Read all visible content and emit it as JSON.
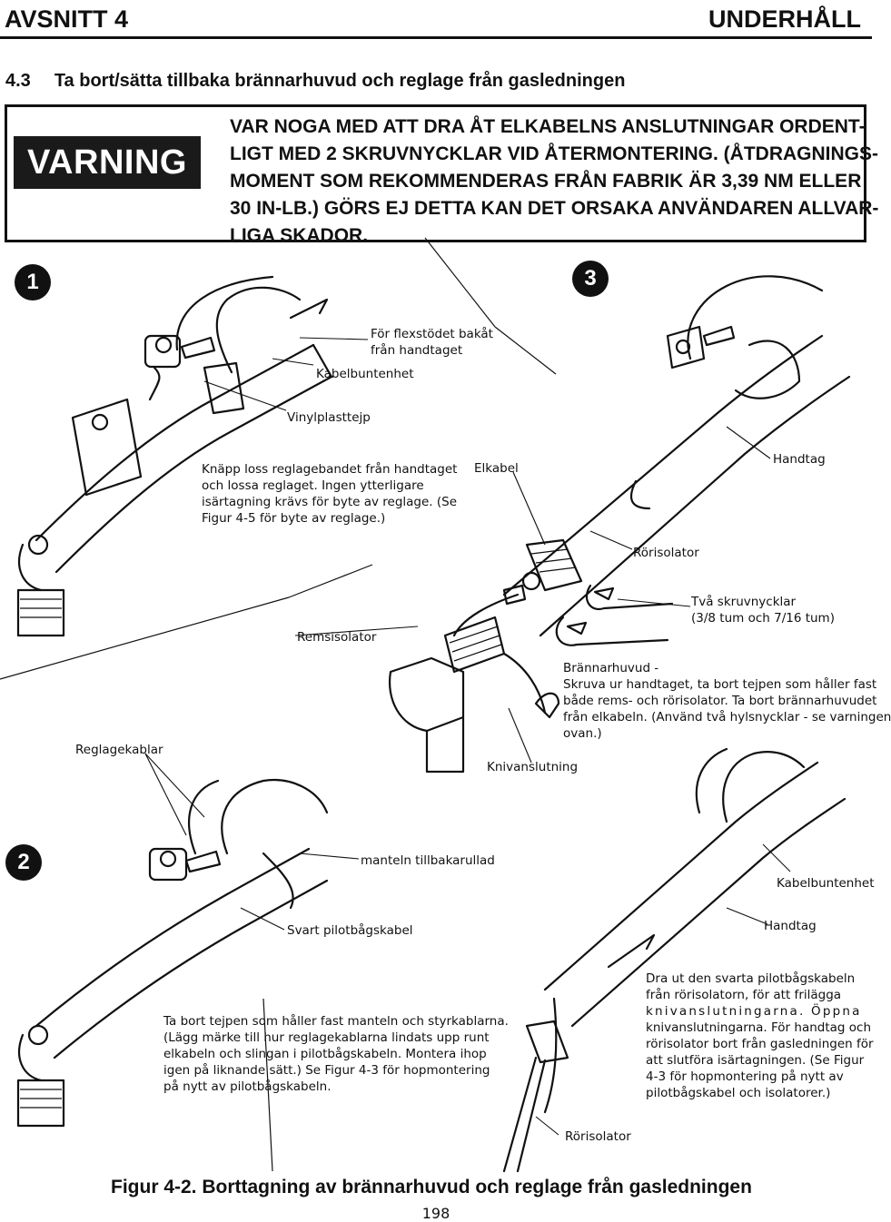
{
  "header": {
    "left": "AVSNITT 4",
    "right": "UNDERHÅLL"
  },
  "section": {
    "number": "4.3",
    "title": "Ta bort/sätta tillbaka brännarhuvud och reglage från gasledningen"
  },
  "warning": {
    "label": "VARNING",
    "lines": [
      "VAR NOGA MED ATT DRA ÅT ELKABELNS ANSLUTNINGAR ORDENT-",
      "LIGT MED 2 SKRUVNYCKLAR VID ÅTERMONTERING. (ÅTDRAGNINGS-",
      "MOMENT SOM REKOMMENDERAS FRÅN FABRIK ÄR 3,39 NM ELLER",
      "30 IN-LB.) GÖRS EJ DETTA KAN DET ORSAKA ANVÄNDAREN ALLVAR-",
      "LIGA SKADOR."
    ]
  },
  "steps": {
    "one": "1",
    "two": "2",
    "three": "3"
  },
  "labels": {
    "flexstod_1": "För flexstödet bakåt",
    "flexstod_2": "från handtaget",
    "kabelbunt_1": "Kabelbuntenhet",
    "vinyl": "Vinylplasttejp",
    "elkabel": "Elkabel",
    "handtag_1": "Handtag",
    "rorisolator_1": "Rörisolator",
    "skruv_1": "Två skruvnycklar",
    "skruv_2": "(3/8 tum och 7/16 tum)",
    "remsisolator": "Remsisolator",
    "reglagekablar": "Reglagekablar",
    "knivanslutning": "Knivanslutning",
    "manteln": "manteln tillbakarullad",
    "kabelbunt_2": "Kabelbuntenhet",
    "svart_pilot": "Svart pilotbågskabel",
    "handtag_2": "Handtag",
    "rorisolator_2": "Rörisolator"
  },
  "paragraphs": {
    "knapp": [
      "Knäpp loss reglagebandet från handtaget",
      "och lossa reglaget. Ingen ytterligare",
      "isärtagning krävs för byte av reglage. (Se",
      "Figur 4-5 för byte av reglage.)"
    ],
    "brannar": [
      "Brännarhuvud -",
      "Skruva ur handtaget, ta bort tejpen som håller fast",
      "både rems- och rörisolator. Ta bort brännarhuvudet",
      "från elkabeln. (Använd två hylsnycklar - se varningen",
      "ovan.)"
    ],
    "tabort": [
      "Ta bort tejpen som håller fast manteln och styrkablarna.",
      "(Lägg märke till hur reglagekablarna lindats upp runt",
      "elkabeln och slingan i pilotbågskabeln. Montera ihop",
      "igen på liknande sätt.) Se Figur 4-3 för hopmontering",
      "på nytt av pilotbågskabeln."
    ],
    "dra": [
      "Dra ut den svarta pilotbågskabeln",
      "från rörisolatorn, för att frilägga",
      "knivanslutningarna. Öppna",
      "knivanslutningarna. För handtag och",
      "rörisolator bort från gasledningen för",
      "att slutföra isärtagningen. (Se Figur",
      "4-3 för hopmontering på nytt av",
      "pilotbågskabel och isolatorer.)"
    ]
  },
  "caption": "Figur 4-2. Borttagning av brännarhuvud och reglage från gasledningen",
  "page_number": "198"
}
